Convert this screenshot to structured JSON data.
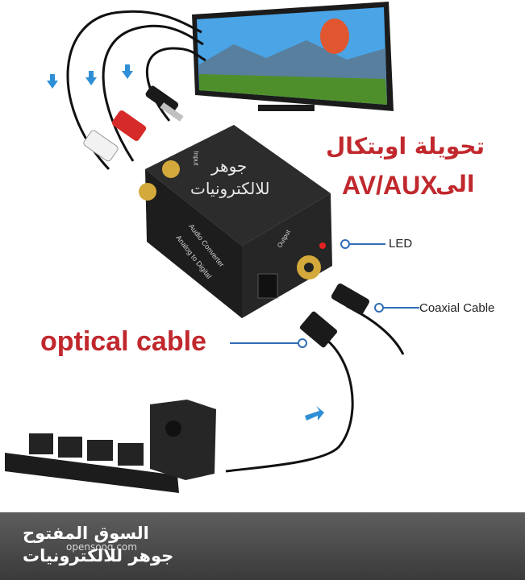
{
  "header": {
    "title_line1": "تحويلة اوبتكال",
    "title_line2_ar": "الى",
    "title_line2_en": "AV/AUX"
  },
  "device": {
    "brand_line1": "جوهر",
    "brand_line2": "للالكترونيات",
    "label_input": "Input",
    "label_output": "Output",
    "label_product": "Analog to Digital",
    "label_product2": "Audio Converter"
  },
  "callouts": {
    "led": "LED",
    "coaxial": "Coaxial Cable",
    "optical": "optical cable"
  },
  "footer": {
    "app_name": "السوق المفتوح",
    "app_domain": "opensooq.com",
    "shop_name": "جوهر للالكترونيات"
  },
  "colors": {
    "title_red": "#c0282d",
    "bar_dark": "#3a3a3a",
    "callout_blue": "#2f6db5"
  }
}
